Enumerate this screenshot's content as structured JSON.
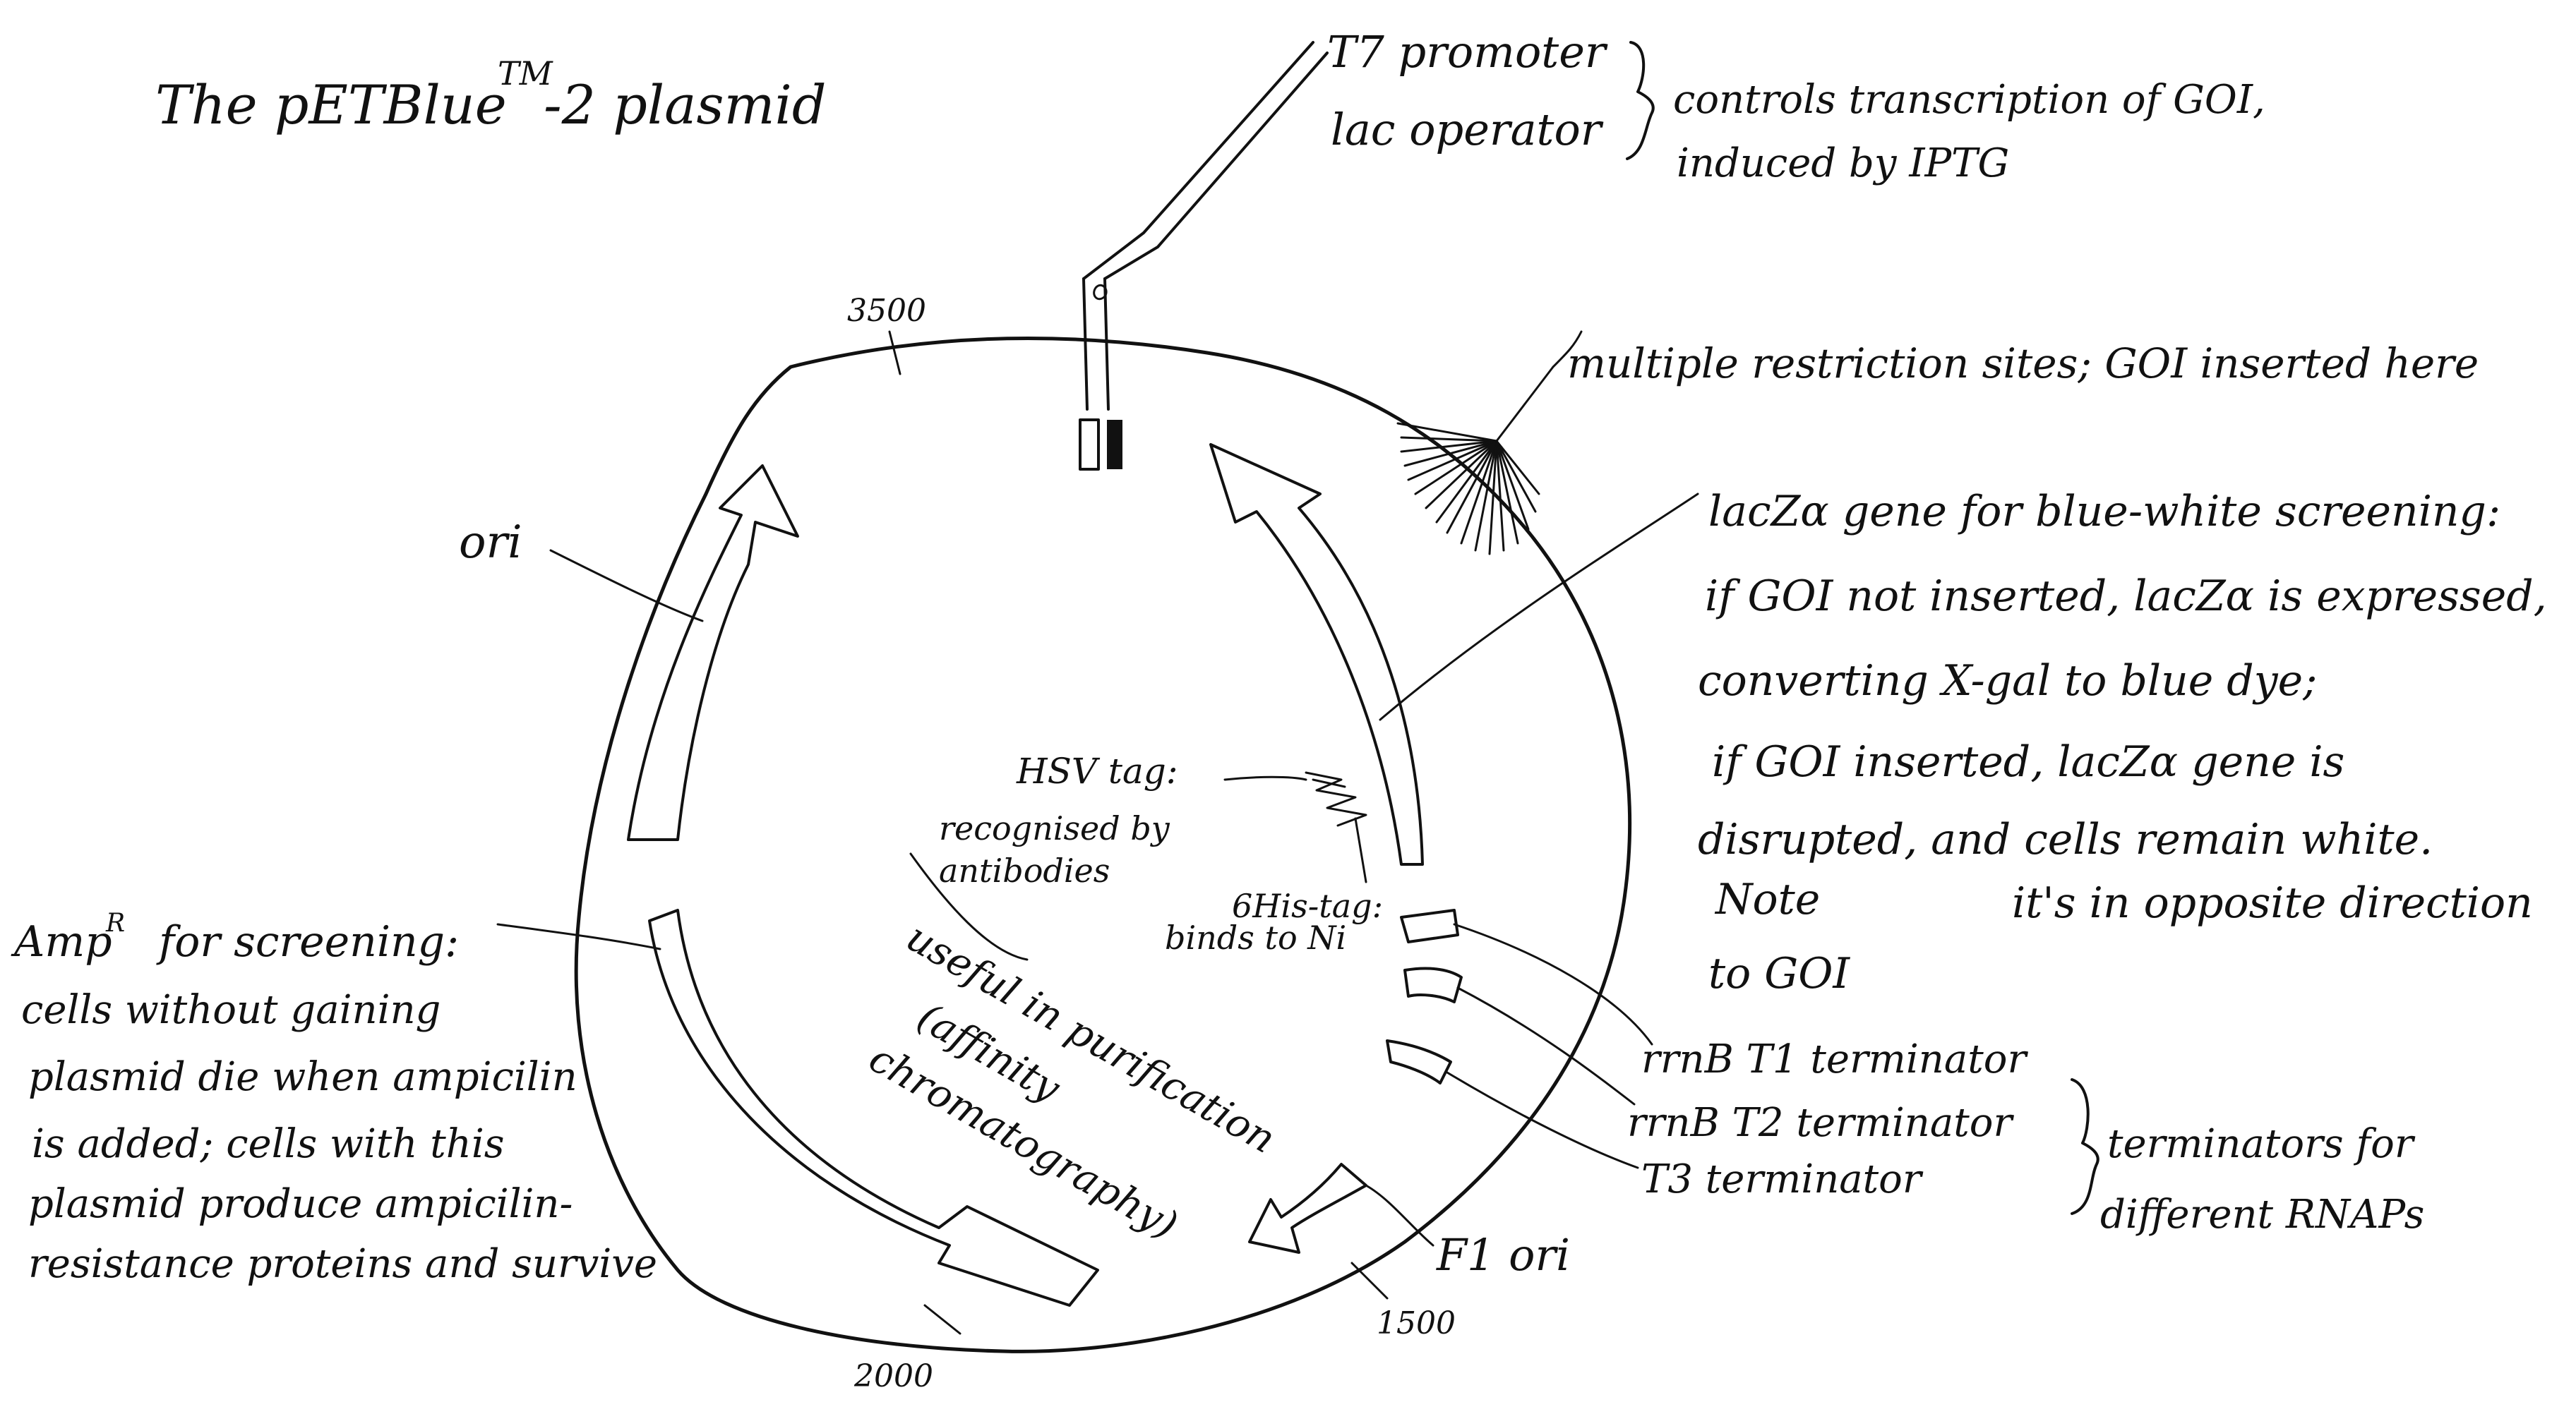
{
  "title": {
    "main": "The pETBlue",
    "superscript": "TM",
    "suffix": "-2 plasmid"
  },
  "positions": {
    "p3500": "3500",
    "p2000": "2000",
    "p1500": "1500"
  },
  "promoter": {
    "line1": "T7 promoter",
    "line2": "lac operator",
    "brace_note_1": "controls transcription of GOI,",
    "brace_note_2": "induced by IPTG"
  },
  "mcs": {
    "label": "multiple restriction sites; GOI inserted here"
  },
  "lacz": {
    "line1": "lacZα gene for blue-white screening:",
    "line2": "if GOI not inserted, lacZα is expressed,",
    "line3": "converting X-gal to blue dye;",
    "line4": "if GOI inserted, lacZα gene is",
    "line5": "disrupted, and cells remain white.",
    "line6_note": "Note",
    "line6_rest": "it's in opposite direction",
    "line7": "to GOI"
  },
  "ori": {
    "label": "ori"
  },
  "hsv": {
    "line1": "HSV tag:",
    "line2": "recognised by",
    "line3": "antibodies"
  },
  "his": {
    "line1": "6His-tag:",
    "line2": "binds to Ni"
  },
  "purification": {
    "line1": "useful in purification",
    "line2": "(affinity",
    "line3": "chromatography)"
  },
  "amp": {
    "line1": "Amp",
    "line1_sup": "R",
    "line1_rest": "for screening:",
    "line2": "cells without gaining",
    "line3": "plasmid die when ampicilin",
    "line4": "is added; cells with this",
    "line5": "plasmid produce ampicilin-",
    "line6": "resistance proteins and survive"
  },
  "terminators": {
    "t1": "rrnB T1 terminator",
    "t2": "rrnB T2 terminator",
    "t3": "T3 terminator",
    "brace_note_1": "terminators for",
    "brace_note_2": "different RNAPs"
  },
  "f1": {
    "label": "F1 ori"
  },
  "colors": {
    "ink": "#111111",
    "paper": "#ffffff"
  }
}
